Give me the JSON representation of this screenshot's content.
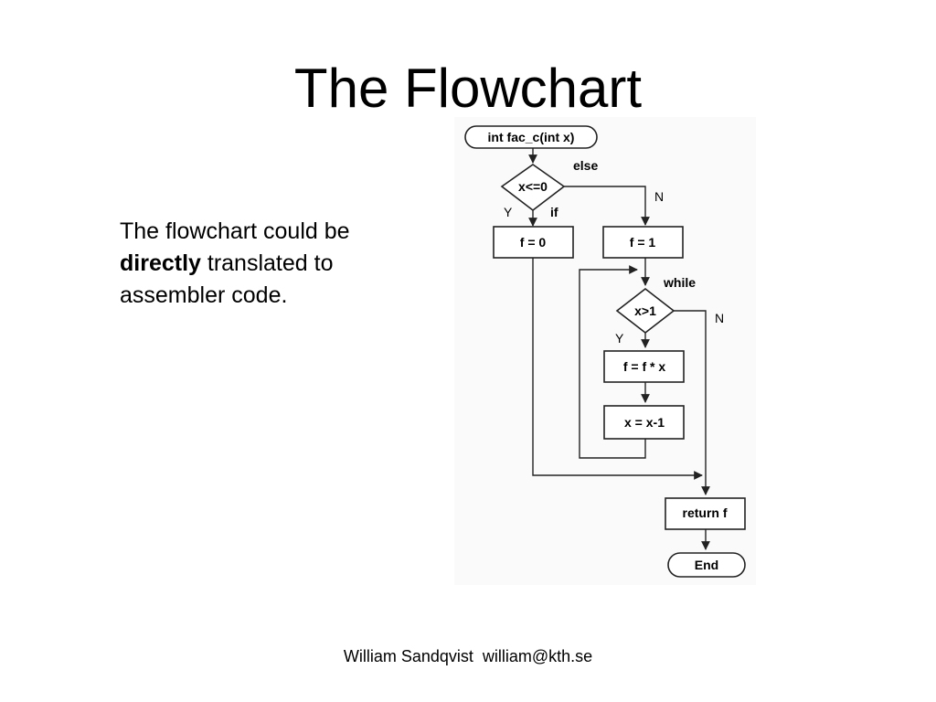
{
  "slide": {
    "title": "The Flowchart",
    "body_pre": "The flowchart could be ",
    "body_bold": "directly",
    "body_post": " translated to assembler code.",
    "footer": "William Sandqvist  william@kth.se"
  },
  "flowchart": {
    "start": "int fac_c(int x)",
    "decision1": "x<=0",
    "label_else": "else",
    "label_n1": "N",
    "label_y1": "Y",
    "label_if": "if",
    "f_zero": "f = 0",
    "f_one": "f = 1",
    "label_while": "while",
    "decision2": "x>1",
    "label_y2": "Y",
    "label_n2": "N",
    "multiply": "f = f * x",
    "decrement": "x = x-1",
    "return": "return f",
    "end": "End"
  },
  "colors": {
    "diagram_bg": "#fafafa",
    "stroke": "#222222",
    "text": "#000000"
  }
}
